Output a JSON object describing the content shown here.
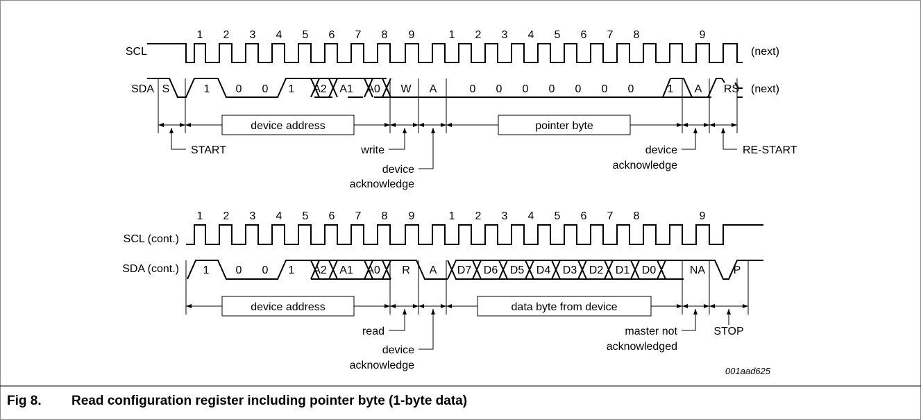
{
  "figure": {
    "number": "Fig 8.",
    "title": "Read configuration register including pointer byte (1-byte data)",
    "code": "001aad625"
  },
  "top": {
    "scl_label": "SCL",
    "sda_label": "SDA",
    "scl_next": "(next)",
    "sda_next": "(next)",
    "clock_numbers": [
      "1",
      "2",
      "3",
      "4",
      "5",
      "6",
      "7",
      "8",
      "9",
      "1",
      "2",
      "3",
      "4",
      "5",
      "6",
      "7",
      "8",
      "9"
    ],
    "sda_bits": [
      "S",
      "1",
      "0",
      "0",
      "1",
      "A2",
      "A1",
      "A0",
      "W",
      "A",
      "0",
      "0",
      "0",
      "0",
      "0",
      "0",
      "0",
      "1",
      "A",
      "RS"
    ],
    "box1": "device address",
    "box2": "pointer byte",
    "start": "START",
    "write": "write",
    "ack_center_1": "device",
    "ack_center_2": "acknowledge",
    "ack_right_1": "device",
    "ack_right_2": "acknowledge",
    "restart": "RE-START"
  },
  "bottom": {
    "scl_label": "SCL (cont.)",
    "sda_label": "SDA (cont.)",
    "clock_numbers": [
      "1",
      "2",
      "3",
      "4",
      "5",
      "6",
      "7",
      "8",
      "9",
      "1",
      "2",
      "3",
      "4",
      "5",
      "6",
      "7",
      "8",
      "9"
    ],
    "sda_bits": [
      "1",
      "0",
      "0",
      "1",
      "A2",
      "A1",
      "A0",
      "R",
      "A",
      "D7",
      "D6",
      "D5",
      "D4",
      "D3",
      "D2",
      "D1",
      "D0",
      "NA",
      "P"
    ],
    "box1": "device address",
    "box2": "data byte from device",
    "read": "read",
    "ack_center_1": "device",
    "ack_center_2": "acknowledge",
    "master_1": "master not",
    "master_2": "acknowledged",
    "stop": "STOP"
  }
}
